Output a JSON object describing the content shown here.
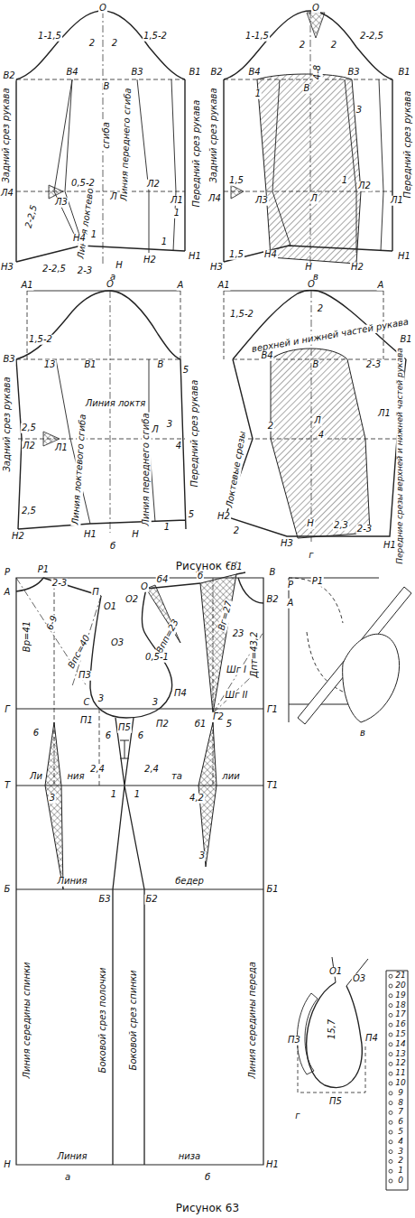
{
  "diagram": {
    "labels": [
      "О",
      "1-1,5",
      "1,5-2",
      "2",
      "2",
      "В2",
      "В4",
      "В",
      "В3",
      "В1",
      "сгиба",
      "Линия локтевого",
      "Линия переднего сгиба",
      "Задний срез рукава",
      "Передний срез рукава",
      "0,5-2",
      "Л4",
      "Л3",
      "Л",
      "Л2",
      "Л1",
      "2-2,5",
      "1",
      "Н3",
      "Н4",
      "1",
      "Н",
      "Н2",
      "1",
      "Н1",
      "2-2,5",
      "2-3",
      "а",
      "О",
      "1-1,5",
      "2-2,5",
      "2",
      "2",
      "4-8",
      "В2",
      "В4",
      "В",
      "В3",
      "В1",
      "1",
      "3",
      "1,5",
      "Л4",
      "Л3",
      "Л",
      "1",
      "Л2",
      "Л1",
      "Задний срез рукава",
      "Передний срез рукава",
      "1,5",
      "Н3",
      "Н4",
      "Н",
      "Н2",
      "Н1",
      "в",
      "А1",
      "О",
      "А",
      "1,5-2",
      "В3",
      "13",
      "В1",
      "В",
      "5",
      "Линия локтя",
      "Задний срез рукава",
      "Линия локтевого сгиба",
      "Линия переднего сгиба",
      "Передний срез рукава",
      "2,5",
      "Л2",
      "Л1",
      "Л",
      "3",
      "4",
      "2,5",
      "Н2",
      "Н1",
      "Н",
      "1",
      "5",
      "б",
      "А1",
      "О",
      "А",
      "1,5-2",
      "2",
      "верхней и нижней частей рукава",
      "В4",
      "В",
      "В1",
      "2-3",
      "2",
      "Л",
      "4",
      "Л1",
      "Локтевые срезы",
      "Передние срезы верхней и нижней частей рукава",
      "Н2",
      "2",
      "Н3",
      "Н",
      "2,3",
      "2-3",
      "Н1",
      "г",
      "Рисунок 64",
      "Р",
      "Р1",
      "А",
      "2-3",
      "П",
      "О1",
      "О2",
      "О",
      "б4",
      "б",
      "В1",
      "В",
      "В2",
      "Вр=41",
      "6-9",
      "Впс=40",
      "Впп=23",
      "Вг=27",
      "23",
      "Шг I",
      "Шг II",
      "Дпт=43,2",
      "О3",
      "0,5-1",
      "П3",
      "П4",
      "3",
      "3",
      "С",
      "Г",
      "Г1",
      "П1",
      "П5",
      "П2",
      "Г2",
      "б1",
      "5",
      "6",
      "6",
      "6",
      "Т",
      "Ли",
      "ния",
      "2,4",
      "2,4",
      "1",
      "1",
      "та",
      "лии",
      "3",
      "4,2",
      "3",
      "Т1",
      "Б",
      "Линия",
      "бедер",
      "Б3",
      "Б2",
      "Б1",
      "Линия середины спинки",
      "Боковой срез полочки",
      "Боковой срез спинки",
      "Линия середины переда",
      "Н",
      "Линия",
      "низа",
      "Н1",
      "а",
      "б",
      "Р",
      "Р1",
      "А",
      "в",
      "О1",
      "О3",
      "15,7",
      "П3",
      "П4",
      "П5",
      "г",
      "Рисунок 63",
      "0",
      "1",
      "2",
      "3",
      "4",
      "5",
      "6",
      "7",
      "8",
      "9",
      "10",
      "11",
      "12",
      "13",
      "14",
      "15",
      "16",
      "17",
      "18",
      "19",
      "20",
      "21"
    ]
  }
}
